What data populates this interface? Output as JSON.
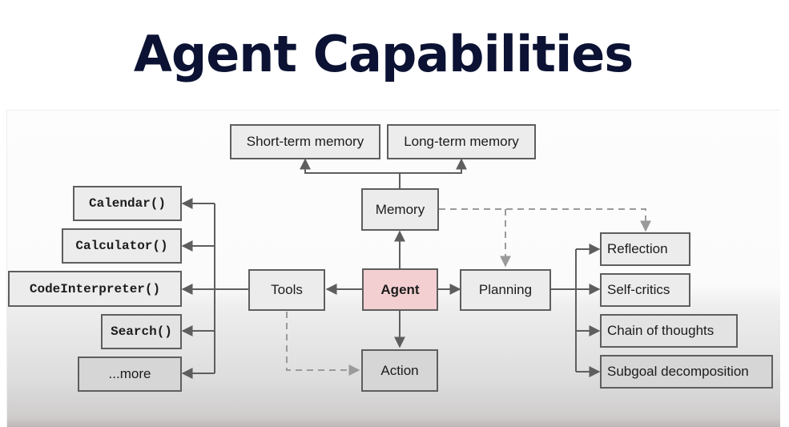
{
  "title": "Agent Capabilities",
  "colors": {
    "title": "#0b1233",
    "agent_fill": "#f3cfd1",
    "node_fill": "#ececec",
    "edge": "#5e5e5e",
    "dashed_edge": "#9a9a9a"
  },
  "diagram": {
    "center": {
      "label": "Agent"
    },
    "memory": {
      "label": "Memory",
      "children": [
        "Short-term memory",
        "Long-term memory"
      ]
    },
    "tools": {
      "label": "Tools",
      "children": [
        "Calendar()",
        "Calculator()",
        "CodeInterpreter()",
        "Search()",
        "...more"
      ]
    },
    "planning": {
      "label": "Planning",
      "children": [
        "Reflection",
        "Self-critics",
        "Chain of thoughts",
        "Subgoal decomposition"
      ]
    },
    "action": {
      "label": "Action"
    },
    "edges": [
      {
        "from": "Agent",
        "to": "Memory",
        "style": "solid"
      },
      {
        "from": "Agent",
        "to": "Tools",
        "style": "solid"
      },
      {
        "from": "Agent",
        "to": "Planning",
        "style": "solid"
      },
      {
        "from": "Agent",
        "to": "Action",
        "style": "solid"
      },
      {
        "from": "Memory",
        "to": "Short-term memory",
        "style": "solid"
      },
      {
        "from": "Memory",
        "to": "Long-term memory",
        "style": "solid"
      },
      {
        "from": "Memory",
        "to": "Planning",
        "style": "dashed"
      },
      {
        "from": "Memory",
        "to": "Reflection",
        "style": "dashed"
      },
      {
        "from": "Tools",
        "to": "Action",
        "style": "dashed"
      },
      {
        "from": "Tools",
        "to": "Calendar()",
        "style": "solid"
      },
      {
        "from": "Tools",
        "to": "Calculator()",
        "style": "solid"
      },
      {
        "from": "Tools",
        "to": "CodeInterpreter()",
        "style": "solid"
      },
      {
        "from": "Tools",
        "to": "Search()",
        "style": "solid"
      },
      {
        "from": "Tools",
        "to": "...more",
        "style": "solid"
      },
      {
        "from": "Planning",
        "to": "Reflection",
        "style": "solid"
      },
      {
        "from": "Planning",
        "to": "Self-critics",
        "style": "solid"
      },
      {
        "from": "Planning",
        "to": "Chain of thoughts",
        "style": "solid"
      },
      {
        "from": "Planning",
        "to": "Subgoal decomposition",
        "style": "solid"
      }
    ]
  }
}
